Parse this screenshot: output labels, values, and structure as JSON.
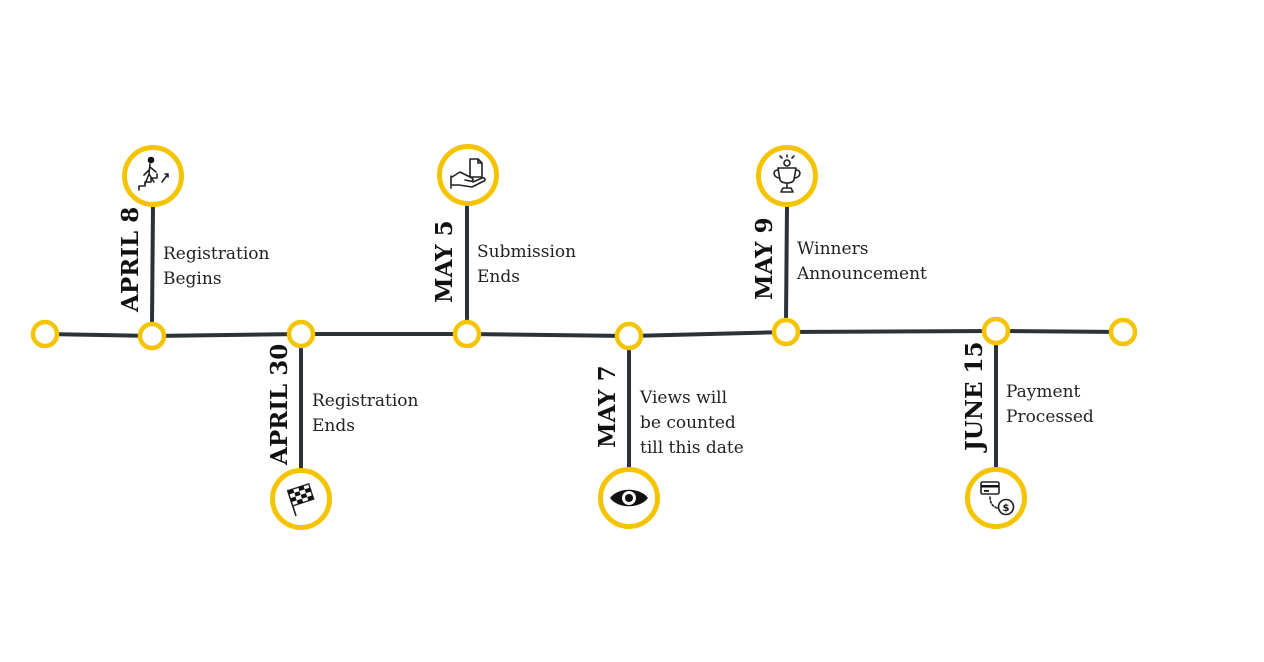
{
  "colors": {
    "line": "#2b3338",
    "ring": "#f5c400",
    "node_fill": "#ffffff"
  },
  "events": [
    {
      "date": "APRIL 8",
      "desc_lines": [
        "Registration",
        "Begins"
      ],
      "icon": "stair-climbing-person-icon",
      "side": "top"
    },
    {
      "date": "APRIL 30",
      "desc_lines": [
        "Registration",
        "Ends"
      ],
      "icon": "checkered-flag-icon",
      "side": "bottom"
    },
    {
      "date": "MAY 5",
      "desc_lines": [
        "Submission",
        "Ends"
      ],
      "icon": "hand-document-icon",
      "side": "top"
    },
    {
      "date": "MAY 7",
      "desc_lines": [
        "Views will",
        "be counted",
        "till this date"
      ],
      "icon": "eye-icon",
      "side": "bottom"
    },
    {
      "date": "MAY 9",
      "desc_lines": [
        "Winners",
        "Announcement"
      ],
      "icon": "trophy-icon",
      "side": "top"
    },
    {
      "date": "JUNE 15",
      "desc_lines": [
        "Payment",
        "Processed"
      ],
      "icon": "card-payment-icon",
      "side": "bottom"
    }
  ]
}
